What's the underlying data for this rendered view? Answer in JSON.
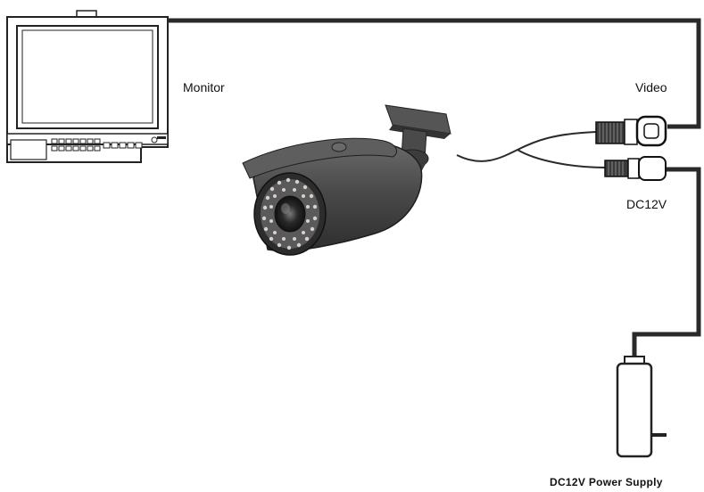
{
  "labels": {
    "monitor": "Monitor",
    "video": "Video",
    "dc12v": "DC12V",
    "power_supply": "DC12V  Power Supply"
  },
  "colors": {
    "cable": "#2a2a2a",
    "camera_body": "#4a4a4a",
    "outline": "#222222",
    "background": "#ffffff"
  },
  "icons": {
    "monitor": "crt-monitor-icon",
    "camera": "bullet-camera-icon",
    "video_connector": "bnc-connector-icon",
    "power_connector": "dc-jack-icon",
    "power_supply": "power-adapter-icon"
  }
}
